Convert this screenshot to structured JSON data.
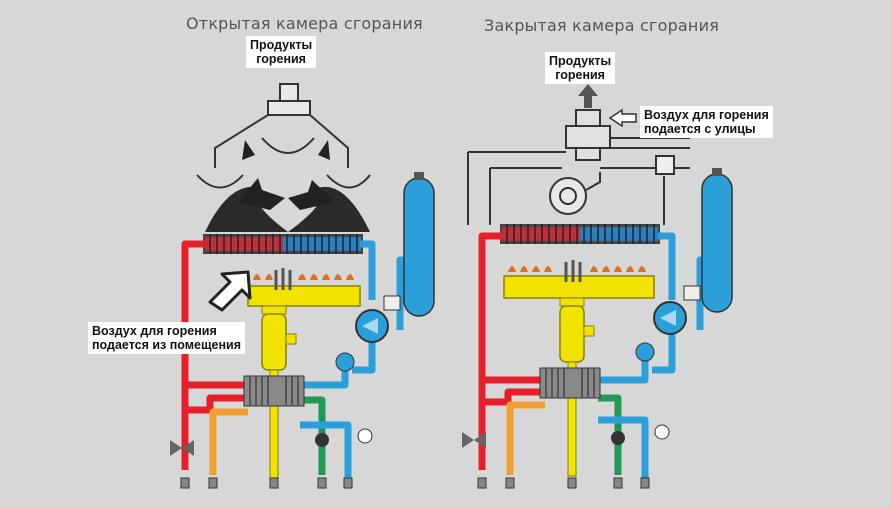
{
  "diagrams": {
    "open": {
      "title": "Открытая камера сгорания",
      "products_line1": "Продукты",
      "products_line2": "горения",
      "air_line1": "Воздух для горения",
      "air_line2": "подается из помещения"
    },
    "closed": {
      "title": "Закрытая камера сгорания",
      "products_line1": "Продукты",
      "products_line2": "горения",
      "air_line1": "Воздух для горения",
      "air_line2": "подается с улицы"
    }
  },
  "colors": {
    "hot": "#e5202a",
    "cold": "#2b9fd9",
    "gas": "#f2e200",
    "dhw": "#f0a030",
    "green": "#1e9a55",
    "outline": "#333333"
  }
}
